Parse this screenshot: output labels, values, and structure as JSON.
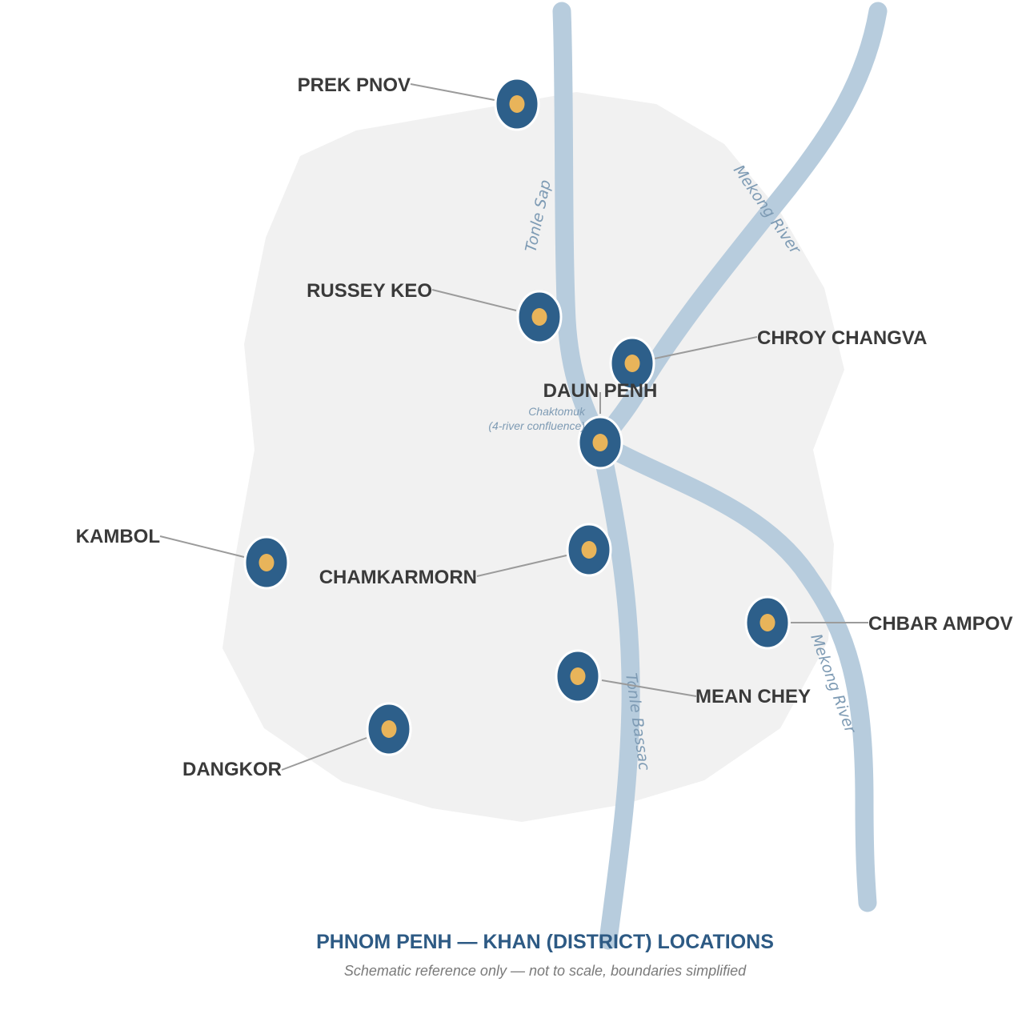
{
  "map": {
    "title": "PHNOM PENH — KHAN (DISTRICT) LOCATIONS",
    "subtitle": "Schematic reference only — not to scale, boundaries simplified",
    "colors": {
      "city_area": "#f1f1f1",
      "river": "#b7ccdd",
      "marker_outer": "#2d5f8a",
      "marker_inner": "#e8b45a",
      "label": "#3a3a3a",
      "title": "#2d5a84"
    },
    "rivers": [
      {
        "id": "tonle-sap",
        "label": "Tonle Sap"
      },
      {
        "id": "mekong-north",
        "label": "Mekong River"
      },
      {
        "id": "tonle-bassac",
        "label": "Tonle Bassac"
      },
      {
        "id": "mekong-south",
        "label": "Mekong River"
      }
    ],
    "confluence_note": {
      "line1": "Chaktomuk",
      "line2": "(4-river confluence)"
    },
    "districts": [
      {
        "id": "prek-pnov",
        "name": "PREK PNOV"
      },
      {
        "id": "russey-keo",
        "name": "RUSSEY KEO"
      },
      {
        "id": "chroy-changva",
        "name": "CHROY CHANGVA"
      },
      {
        "id": "daun-penh",
        "name": "DAUN PENH"
      },
      {
        "id": "kambol",
        "name": "KAMBOL"
      },
      {
        "id": "chamkarmorn",
        "name": "CHAMKARMORN"
      },
      {
        "id": "chbar-ampov",
        "name": "CHBAR AMPOV"
      },
      {
        "id": "mean-chey",
        "name": "MEAN CHEY"
      },
      {
        "id": "dangkor",
        "name": "DANGKOR"
      }
    ]
  }
}
